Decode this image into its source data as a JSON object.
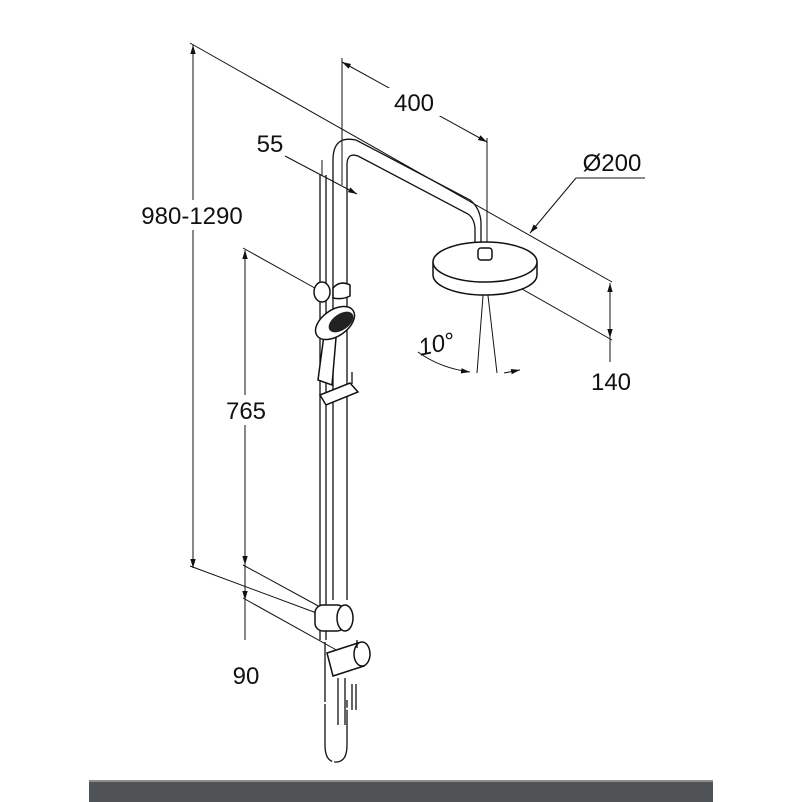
{
  "diagram": {
    "dimensions": {
      "total_height": "980-1290",
      "slide_rail": "765",
      "bottom_offset": "90",
      "arm_reach": "400",
      "wall_distance": "55",
      "head_diameter": "Ø200",
      "head_height": "140",
      "tilt_angle": "10°"
    }
  },
  "colors": {
    "line": "#111111",
    "bottom_bar": "#505356"
  }
}
